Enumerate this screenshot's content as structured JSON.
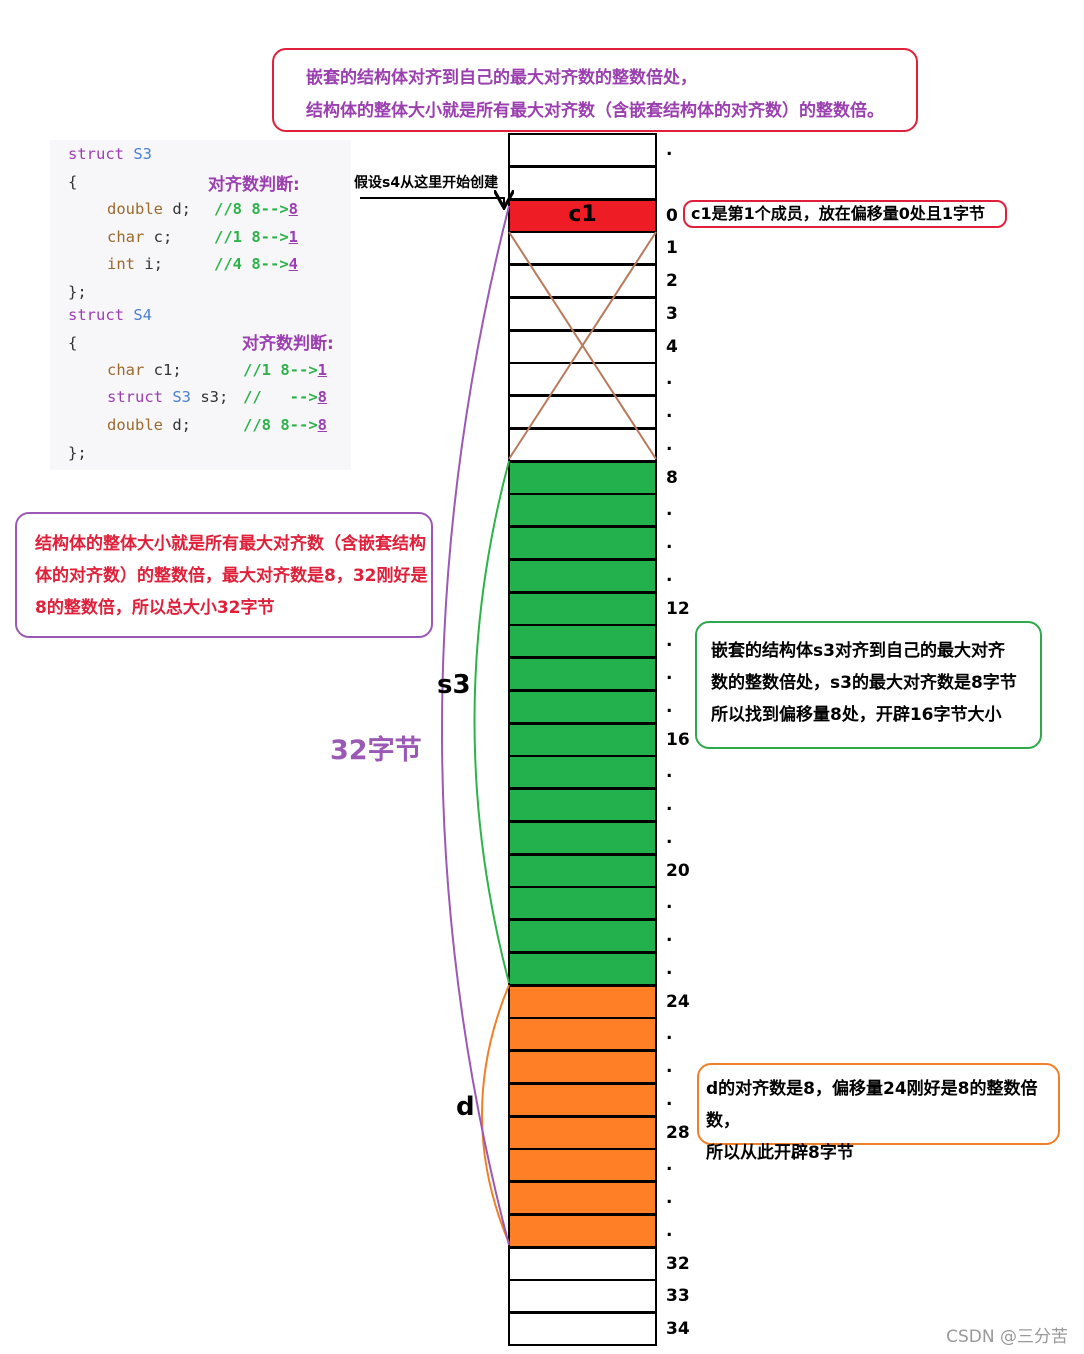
{
  "top_note": {
    "line1": "嵌套的结构体对齐到自己的最大对齐数的整数倍处，",
    "line2": "结构体的整体大小就是所有最大对齐数（含嵌套结构体的对齐数）的整数倍。"
  },
  "code": {
    "s3_kw": "struct",
    "s3_name": "S3",
    "brace_open": "{",
    "brace_close": "};",
    "s3_judge": "对齐数判断:",
    "s3_members": [
      {
        "type": "double",
        "rest": " d;",
        "comment": "//8 8-->",
        "val": "8"
      },
      {
        "type": "char",
        "rest": " c;",
        "comment": "//1 8-->",
        "val": "1"
      },
      {
        "type": "int",
        "rest": " i;",
        "comment": "//4 8-->",
        "val": "4"
      }
    ],
    "s4_kw": "struct",
    "s4_name": "S4",
    "s4_judge": "对齐数判断:",
    "s4_members": [
      {
        "type": "char",
        "rest": " c1;",
        "comment": "//1 8-->",
        "val": "1"
      },
      {
        "type": "struct",
        "type2": "S3",
        "rest": " s3;",
        "comment": "//   -->",
        "val": "8"
      },
      {
        "type": "double",
        "rest": " d;",
        "comment": "//8 8-->",
        "val": "8"
      }
    ]
  },
  "start_label": "假设s4从这里开始创建",
  "c1_label": "c1",
  "c1_note": "c1是第1个成员，放在偏移量0处且1字节",
  "left_note": {
    "line1": "结构体的整体大小就是所有最大对齐数（含嵌套结构",
    "line2": "体的对齐数）的整数倍，最大对齐数是8，32刚好是",
    "line3": "8的整数倍，所以总大小32字节"
  },
  "s3_note": {
    "line1": "嵌套的结构体s3对齐到自己的最大对齐",
    "line2": "数的整数倍处，s3的最大对齐数是8字节",
    "line3": "所以找到偏移量8处，开辟16字节大小"
  },
  "d_note": {
    "line1": "d的对齐数是8，偏移量24刚好是8的整数倍数，",
    "line2": "所以从此开辟8字节"
  },
  "s3_label": "s3",
  "d_label": "d",
  "size_label": "32字节",
  "offsets": [
    ".",
    "",
    "0",
    "1",
    "2",
    "3",
    "4",
    ".",
    ".",
    ".",
    "8",
    ".",
    ".",
    ".",
    "12",
    ".",
    ".",
    ".",
    "16",
    ".",
    ".",
    ".",
    "20",
    ".",
    ".",
    ".",
    "24",
    ".",
    ".",
    ".",
    "28",
    ".",
    ".",
    ".",
    "32",
    "33",
    "34"
  ],
  "cells": [
    "empty",
    "empty",
    "c1",
    "pad",
    "pad",
    "pad",
    "pad",
    "pad",
    "pad",
    "pad",
    "s3",
    "s3",
    "s3",
    "s3",
    "s3",
    "s3",
    "s3",
    "s3",
    "s3",
    "s3",
    "s3",
    "s3",
    "s3",
    "s3",
    "s3",
    "s3",
    "d",
    "d",
    "d",
    "d",
    "d",
    "d",
    "d",
    "d",
    "empty",
    "empty",
    "empty"
  ],
  "colors": {
    "c1": "#ee1c25",
    "s3": "#22b14c",
    "d": "#ff7f27",
    "purple": "#9b59b6",
    "red": "#e0203a",
    "cross": "#b87a5a"
  },
  "watermark": "CSDN @三分苦"
}
